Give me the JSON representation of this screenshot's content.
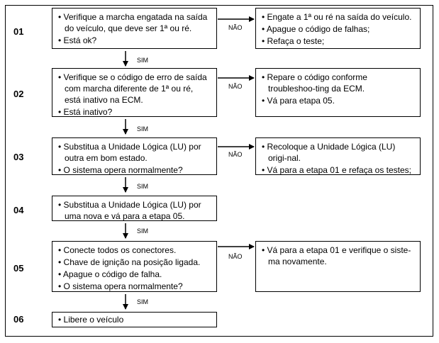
{
  "colors": {
    "line": "#000000",
    "background": "#ffffff"
  },
  "labels": {
    "yes": "SIM",
    "no": "NÃO"
  },
  "steps": [
    {
      "number": "01",
      "main": [
        "• Verifique a marcha engatada na saída do veículo, que deve ser 1ª ou ré.",
        "• Está ok?"
      ],
      "side": [
        "• Engate a 1ª ou ré na saída do veículo.",
        "• Apague o código de falhas;",
        "• Refaça o teste;"
      ]
    },
    {
      "number": "02",
      "main": [
        "• Verifique se o código de erro de saída com marcha diferente de 1ª ou ré, está inativo na ECM.",
        "• Está inativo?"
      ],
      "side": [
        "• Repare o código conforme troubleshoo-ting da ECM.",
        "• Vá para etapa 05."
      ]
    },
    {
      "number": "03",
      "main": [
        "• Substitua a Unidade Lógica (LU) por outra em bom estado.",
        "• O sistema opera normalmente?"
      ],
      "side": [
        "• Recoloque a Unidade Lógica (LU) origi-nal.",
        "• Vá para a etapa 01 e refaça os testes;"
      ]
    },
    {
      "number": "04",
      "main": [
        "• Substitua a Unidade Lógica (LU) por uma nova e vá para a etapa 05."
      ]
    },
    {
      "number": "05",
      "main": [
        "• Conecte todos os conectores.",
        "• Chave de ignição na posição ligada.",
        "• Apague o código de falha.",
        "• O sistema opera normalmente?"
      ],
      "side": [
        "• Vá para a etapa 01 e verifique o siste-ma novamente."
      ]
    },
    {
      "number": "06",
      "main": [
        "• Libere o veículo"
      ]
    }
  ]
}
